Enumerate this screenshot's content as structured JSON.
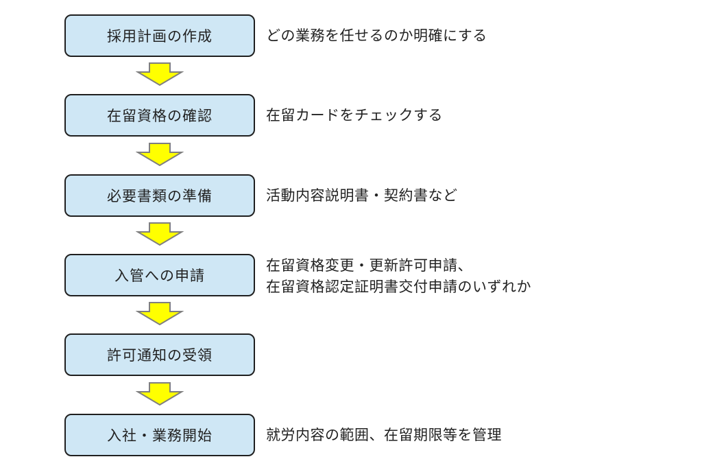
{
  "steps": [
    {
      "label": "採用計画の作成",
      "note": [
        "どの業務を任せるのか明確にする"
      ]
    },
    {
      "label": "在留資格の確認",
      "note": [
        "在留カードをチェックする"
      ]
    },
    {
      "label": "必要書類の準備",
      "note": [
        "活動内容説明書・契約書など"
      ]
    },
    {
      "label": "入管への申請",
      "note": [
        "在留資格変更・更新許可申請、",
        "在留資格認定証明書交付申請のいずれか"
      ]
    },
    {
      "label": "許可通知の受領",
      "note": []
    },
    {
      "label": "入社・業務開始",
      "note": [
        "就労内容の範囲、在留期限等を管理"
      ]
    }
  ],
  "colors": {
    "box_fill": "#cfe7f5",
    "box_border": "#1f1f1f",
    "arrow_fill": "#ffff00",
    "arrow_stroke": "#7f7f7f",
    "text": "#222222"
  }
}
